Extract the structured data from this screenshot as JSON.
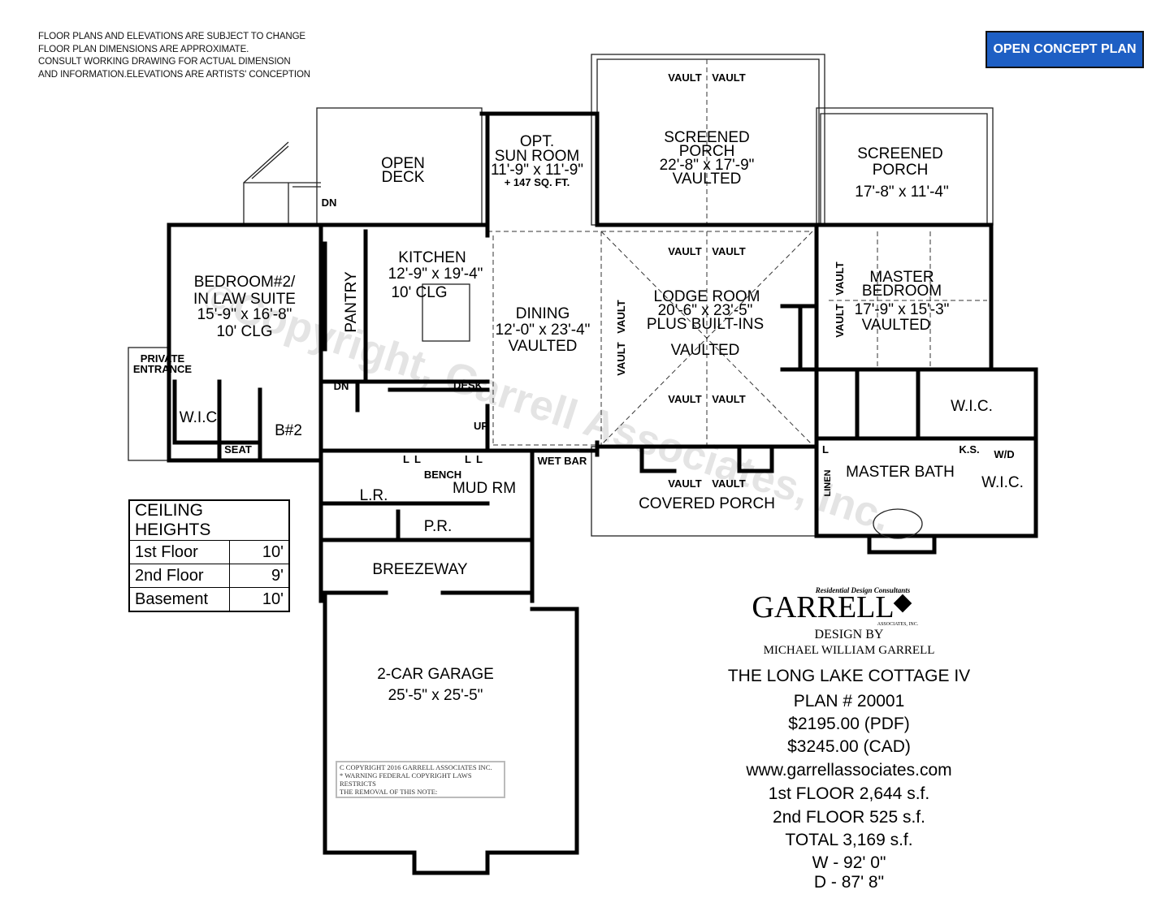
{
  "notes": [
    "FLOOR PLANS AND ELEVATIONS ARE SUBJECT TO CHANGE",
    "FLOOR PLAN DIMENSIONS ARE APPROXIMATE.",
    "CONSULT WORKING DRAWING FOR ACTUAL DIMENSION",
    "AND INFORMATION.ELEVATIONS ARE ARTISTS' CONCEPTION"
  ],
  "button": {
    "label": "OPEN CONCEPT PLAN"
  },
  "colors": {
    "button": "#1e5fc4",
    "walls": "#000000"
  },
  "rooms": {
    "open_deck": [
      "OPEN",
      "DECK"
    ],
    "sun_room": [
      "OPT.",
      "SUN  ROOM",
      "11'-9\" x 11'-9\"",
      "+ 147 SQ. FT."
    ],
    "screened_porch_center": [
      "SCREENED",
      "PORCH",
      "22'-8\" x 17'-9\"",
      "VAULTED"
    ],
    "screened_porch_right": [
      "SCREENED",
      "PORCH",
      "17'-8\" x 11'-4\""
    ],
    "bedroom2": [
      "BEDROOM#2/",
      "IN  LAW  SUITE",
      "15'-9\" x 16'-8\"",
      "10'  CLG"
    ],
    "pantry": "PANTRY",
    "kitchen": [
      "KITCHEN",
      "12'-9\" x 19'-4\"",
      "10'  CLG"
    ],
    "dining": [
      "DINING",
      "12'-0\" x 23'-4\"",
      "VAULTED"
    ],
    "lodge_room": [
      "LODGE  ROOM",
      "20'-6\" x 23'-5\"",
      "PLUS  BUILT-INS",
      "VAULTED"
    ],
    "master_bedroom": [
      "MASTER",
      "BEDROOM",
      "17'-9\" x 15'-3\"",
      "VAULTED"
    ],
    "vault": "VAULT",
    "private_entrance": [
      "PRIVATE",
      "ENTRANCE"
    ],
    "wic": "W.I.C",
    "wic2": "W.I.C.",
    "seat": "SEAT",
    "bath2": "B#2",
    "dn": "DN",
    "up": "UP",
    "desk": "DESK",
    "bench": "BENCH",
    "mud_rm": "MUD  RM",
    "lr": "L.R.",
    "pr": "P.R.",
    "wet_bar": "WET  BAR",
    "l": "L",
    "covered_porch": "COVERED  PORCH",
    "master_bath": "MASTER  BATH",
    "linen": "LINEN",
    "ks": "K.S.",
    "wd": "W/D",
    "breezeway": "BREEZEWAY",
    "garage": [
      "2-CAR  GARAGE",
      "25'-5\" x 25'-5\""
    ]
  },
  "watermark": "©Copyright, Garrell Associates, Inc.",
  "ceiling_heights": {
    "title": "CEILING HEIGHTS",
    "rows": [
      {
        "floor": "1st Floor",
        "height": "10'"
      },
      {
        "floor": "2nd Floor",
        "height": "9'"
      },
      {
        "floor": "Basement",
        "height": "10'"
      }
    ]
  },
  "copyright_note": [
    "C   COPYRIGHT  2016  GARRELL  ASSOCIATES  INC.",
    "* WARNING  FEDERAL  COPYRIGHT  LAWS  RESTRICTS",
    "THE  REMOVAL  OF  THIS  NOTE:"
  ],
  "logo": {
    "tagline": "Residential Design Consultants",
    "name": "GARRELL",
    "sub": "ASSOCIATES, INC."
  },
  "info": {
    "design_by": "DESIGN BY",
    "designer": "MICHAEL WILLIAM GARRELL",
    "plan_name": "THE LONG LAKE COTTAGE IV",
    "plan_number": "PLAN # 20001",
    "price_pdf": "$2195.00 (PDF)",
    "price_cad": "$3245.00 (CAD)",
    "website": "www.garrellassociates.com",
    "first_floor": "1st FLOOR  2,644 s.f.",
    "second_floor": "2nd FLOOR  525 s.f.",
    "total": "TOTAL  3,169 s.f.",
    "width": "W - 92' 0\"",
    "depth": "D - 87' 8\""
  }
}
